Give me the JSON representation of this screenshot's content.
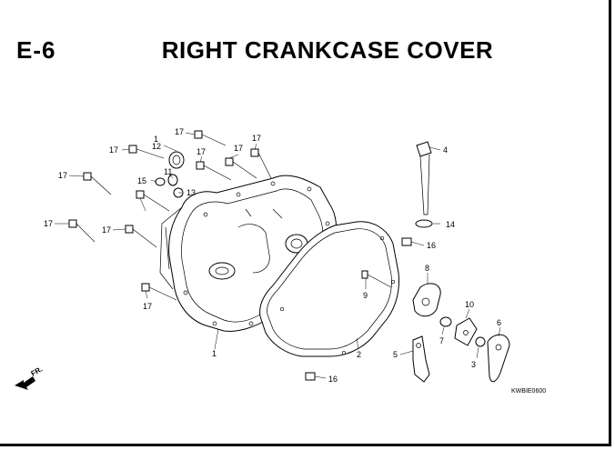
{
  "header": {
    "section_code": "E-6",
    "title": "RIGHT CRANKCASE COVER"
  },
  "diagram": {
    "image_code": "KWBIE0600",
    "direction_label": "FR.",
    "callouts": [
      {
        "id": "c1",
        "text": "1"
      },
      {
        "id": "c1b",
        "text": "1"
      },
      {
        "id": "c2",
        "text": "2"
      },
      {
        "id": "c3",
        "text": "3"
      },
      {
        "id": "c4",
        "text": "4"
      },
      {
        "id": "c5",
        "text": "5"
      },
      {
        "id": "c6",
        "text": "6"
      },
      {
        "id": "c7",
        "text": "7"
      },
      {
        "id": "c8",
        "text": "8"
      },
      {
        "id": "c9",
        "text": "9"
      },
      {
        "id": "c10",
        "text": "10"
      },
      {
        "id": "c11",
        "text": "11"
      },
      {
        "id": "c12",
        "text": "12"
      },
      {
        "id": "c13",
        "text": "13"
      },
      {
        "id": "c14",
        "text": "14"
      },
      {
        "id": "c15",
        "text": "15"
      },
      {
        "id": "c16a",
        "text": "16"
      },
      {
        "id": "c16b",
        "text": "16"
      },
      {
        "id": "c17a",
        "text": "17"
      },
      {
        "id": "c17b",
        "text": "17"
      },
      {
        "id": "c17c",
        "text": "17"
      },
      {
        "id": "c17d",
        "text": "17"
      },
      {
        "id": "c17e",
        "text": "17"
      },
      {
        "id": "c17f",
        "text": "17"
      },
      {
        "id": "c17g",
        "text": "17"
      },
      {
        "id": "c17h",
        "text": "17"
      },
      {
        "id": "c17i",
        "text": "17"
      }
    ]
  }
}
